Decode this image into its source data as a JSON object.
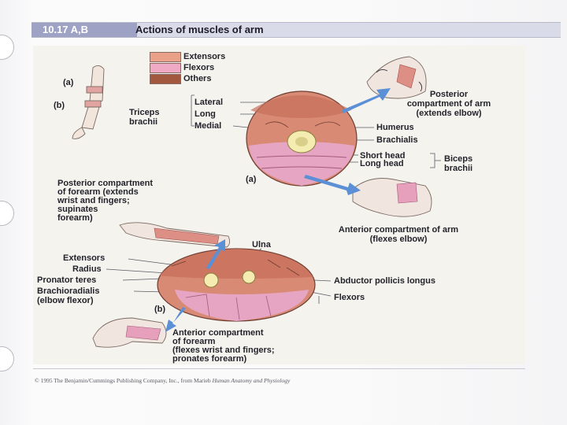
{
  "header": {
    "figure_number": "10.17 A,B",
    "title": "Actions of muscles of arm"
  },
  "legend": [
    {
      "label": "Extensors",
      "color": "#e9a18a"
    },
    {
      "label": "Flexors",
      "color": "#f0a9c4"
    },
    {
      "label": "Others",
      "color": "#a1583e"
    }
  ],
  "diagram_a": {
    "panel_label": "(a)",
    "side_markers": [
      "(a)",
      "(b)"
    ],
    "triceps_group": "Triceps brachii",
    "triceps_heads": [
      "Lateral",
      "Long",
      "Medial"
    ],
    "right_labels": [
      "Humerus",
      "Brachialis",
      "Short head",
      "Long head"
    ],
    "biceps_group": "Biceps brachii",
    "posterior_arm": [
      "Posterior",
      "compartment of arm",
      "(extends elbow)"
    ],
    "anterior_arm": [
      "Anterior compartment of arm",
      "(flexes elbow)"
    ]
  },
  "diagram_b": {
    "panel_label": "(b)",
    "posterior_forearm": [
      "Posterior compartment",
      "of forearm (extends",
      "wrist and fingers;",
      "supinates",
      "forearm)"
    ],
    "ulna": "Ulna",
    "left_labels": [
      "Extensors",
      "Radius",
      "Pronator teres",
      "Brachioradialis",
      "(elbow flexor)"
    ],
    "right_labels": [
      "Abductor pollicis longus",
      "Flexors"
    ],
    "anterior_forearm": [
      "Anterior compartment",
      "of forearm",
      "(flexes wrist and fingers;",
      "pronates forearm)"
    ]
  },
  "footer": {
    "credit": "© 1995 The Benjamin/Cummings Publishing Company, Inc., from Marieb",
    "book_title": "Human Anatomy and Physiology"
  }
}
